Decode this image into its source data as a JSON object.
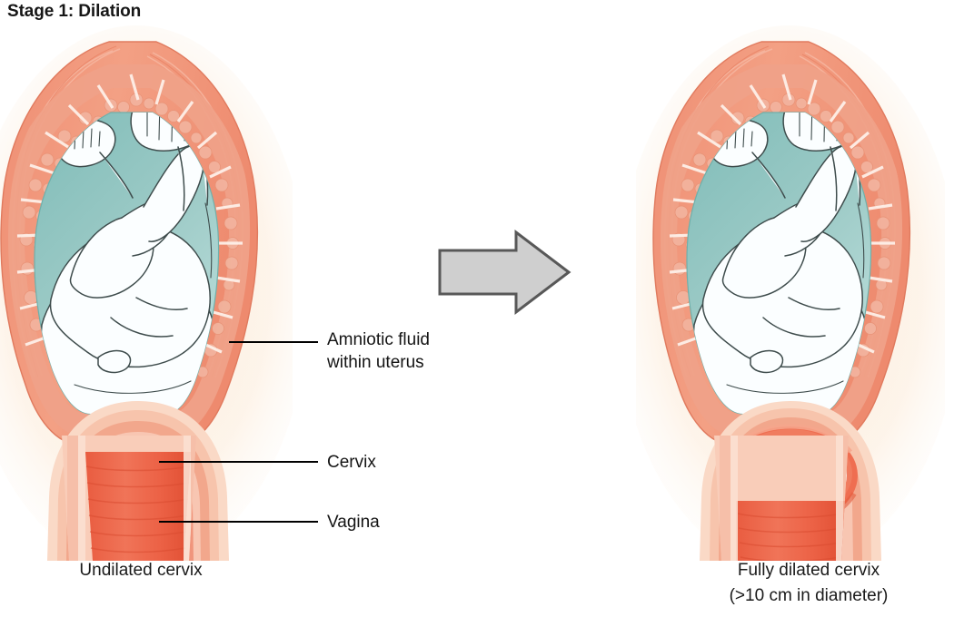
{
  "title": "Stage 1: Dilation",
  "labels": {
    "amniotic_line1": "Amniotic fluid",
    "amniotic_line2": "within uterus",
    "cervix": "Cervix",
    "vagina": "Vagina"
  },
  "captions": {
    "left": "Undilated cervix",
    "right_line1": "Fully dilated cervix",
    "right_line2": "(>10 cm in diameter)"
  },
  "arrow": {
    "name": "progression-arrow",
    "direction": "right",
    "fill": "#cfcfcf",
    "stroke": "#585858"
  },
  "colors": {
    "background": "#ffffff",
    "glow": "#fdf1e4",
    "uterus_outer": "#f08f74",
    "uterus_mid": "#f3a98f",
    "uterus_light": "#f8c4b0",
    "placenta": "#ef9a80",
    "placenta_nodule": "#f2b09a",
    "amniotic_fluid": "#8cc4c0",
    "amniotic_fluid_light": "#bedfdc",
    "fetus_fill": "#fbfdfd",
    "fetus_outline": "#3d4a4a",
    "cervix_core": "#f08a72",
    "cervix_ring_1": "#f6b9a4",
    "cervix_ring_2": "#f2a189",
    "cervix_ring_3": "#fad7c7",
    "cervix_os": "#a8291d",
    "vagina_canal": "#ef6a4e",
    "vagina_rugae": "#e8573c",
    "vagina_wall": "#f9cdb9",
    "dilated_ring": "#ee6a4d",
    "dilated_opening": "#ffffff",
    "leader_line": "#000000",
    "text": "#1a1a1a"
  },
  "anatomy_parts": [
    "uterine-wall-myometrium",
    "placenta-segments",
    "amniotic-fluid",
    "fetus",
    "cervix",
    "cervical-os",
    "vaginal-canal"
  ]
}
